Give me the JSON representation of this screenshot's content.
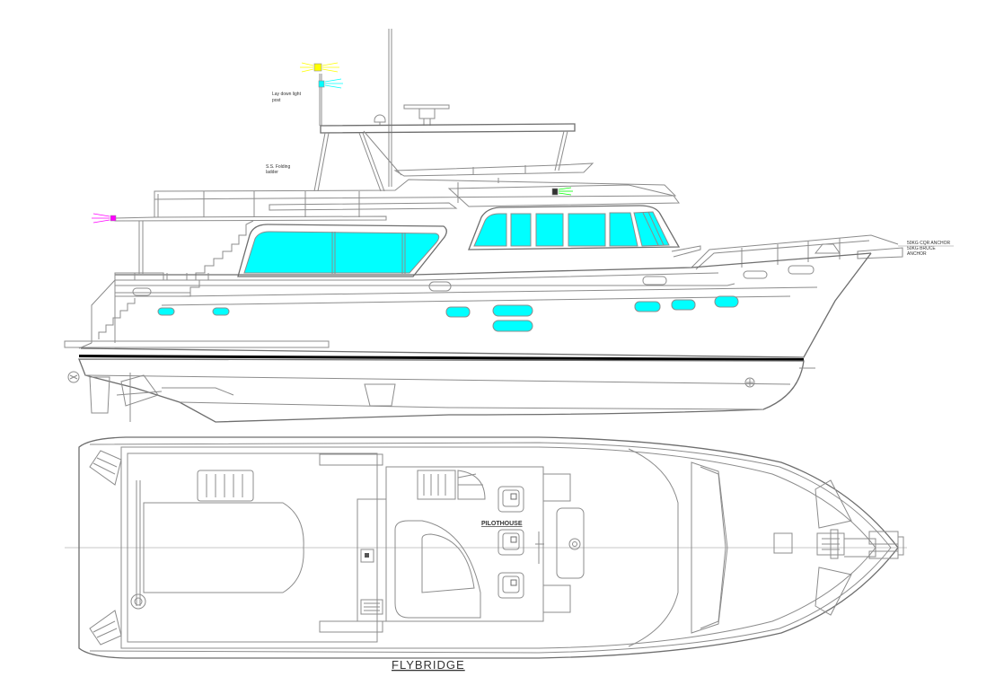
{
  "labels": {
    "light_post": [
      "Lay down light",
      "post"
    ],
    "ladder": [
      "S.S. Folding",
      "ladder"
    ],
    "anchor": [
      "50KG CQR ANCHOR",
      "50KG BRUCE",
      "ANCHOR"
    ],
    "pilothouse": "PILOTHOUSE",
    "flybridge": "FLYBRIDGE"
  },
  "colors": {
    "line": "#8c8c8c",
    "glass": "#00ffff",
    "boot_stripe": "#000000",
    "mast_light": "#ffff00",
    "masthead_light": "#00ffff",
    "stern_light": "#ff00ff",
    "starboard_light": "#00ff00"
  }
}
